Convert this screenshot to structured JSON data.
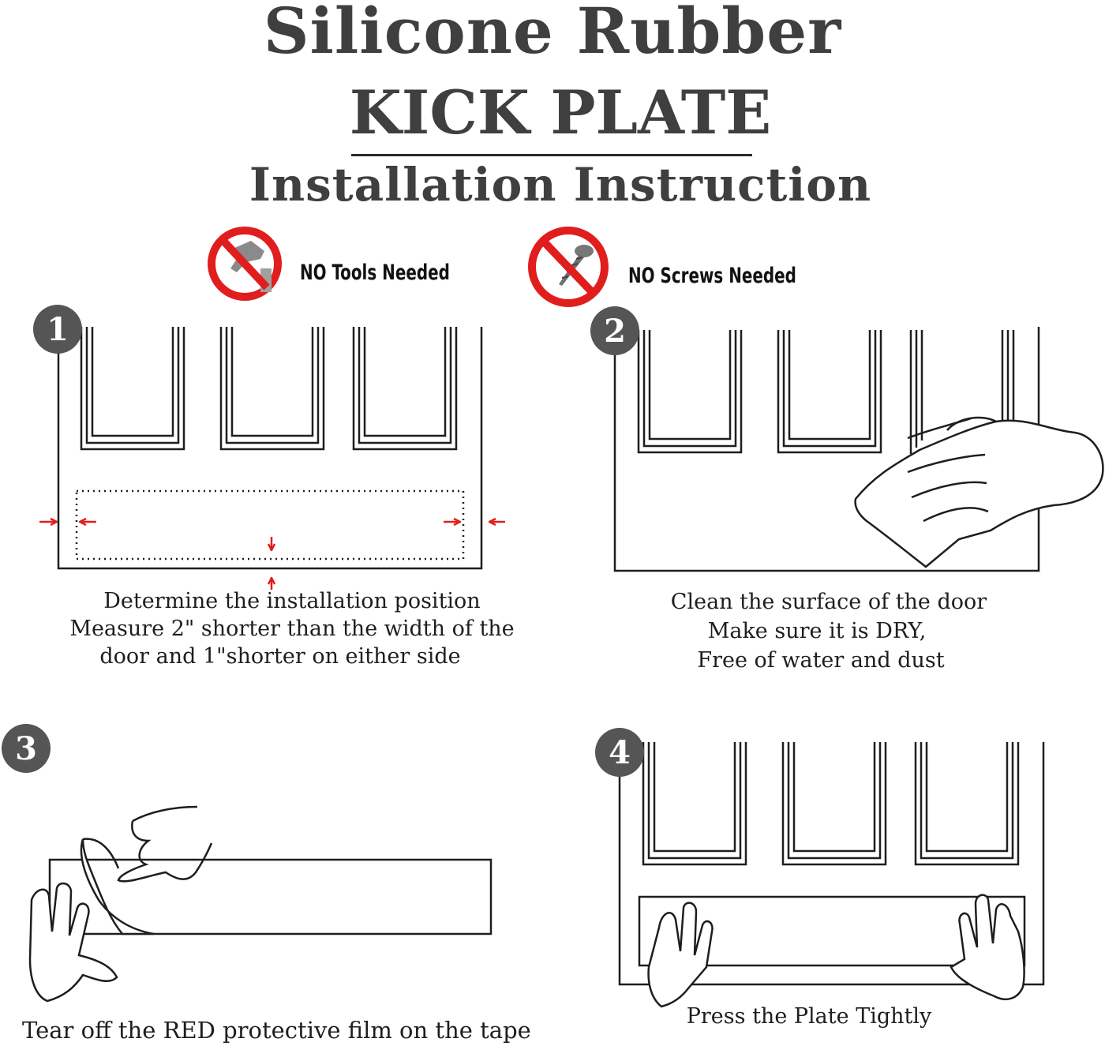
{
  "header": {
    "title_line1": "Silicone Rubber",
    "title_line2": "KICK PLATE",
    "title_line3": "Installation Instruction"
  },
  "badges": [
    {
      "icon": "no-tools-icon",
      "label": "NO Tools Needed"
    },
    {
      "icon": "no-screws-icon",
      "label": "NO Screws Needed"
    }
  ],
  "steps": [
    {
      "number": "1",
      "lines": [
        "Determine the installation position",
        "Measure  2\" shorter than the width of the",
        "door and 1\"shorter on either side"
      ]
    },
    {
      "number": "2",
      "lines": [
        "Clean the surface of the door",
        "Make sure it is DRY,",
        "Free of water and dust"
      ]
    },
    {
      "number": "3",
      "lines": [
        "Tear off the RED protective film on the tape"
      ]
    },
    {
      "number": "4",
      "lines": [
        "Press the Plate Tightly"
      ]
    }
  ],
  "colors": {
    "badge_red": "#e01e1e",
    "arrow_red": "#e01e1e",
    "step_circle": "#555555",
    "title": "#3f3f3f"
  }
}
